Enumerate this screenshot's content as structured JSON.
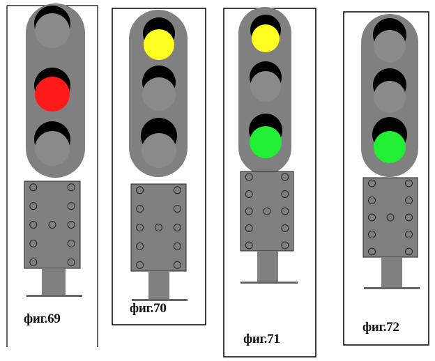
{
  "figures": [
    {
      "caption": "фиг.69",
      "lamps": [
        "off",
        "red",
        "off"
      ]
    },
    {
      "caption": "фиг.70",
      "lamps": [
        "yellow",
        "off",
        "off"
      ]
    },
    {
      "caption": "фиг.71",
      "lamps": [
        "yellow",
        "off",
        "green"
      ]
    },
    {
      "caption": "фиг.72",
      "lamps": [
        "off",
        "off",
        "green"
      ]
    }
  ],
  "colors": {
    "body": "#808080",
    "lamp_off": "#8a8a8a",
    "hood": "#000000",
    "red": "#ff1a1a",
    "yellow": "#ffff22",
    "green": "#22ee33",
    "frame": "#000000"
  }
}
